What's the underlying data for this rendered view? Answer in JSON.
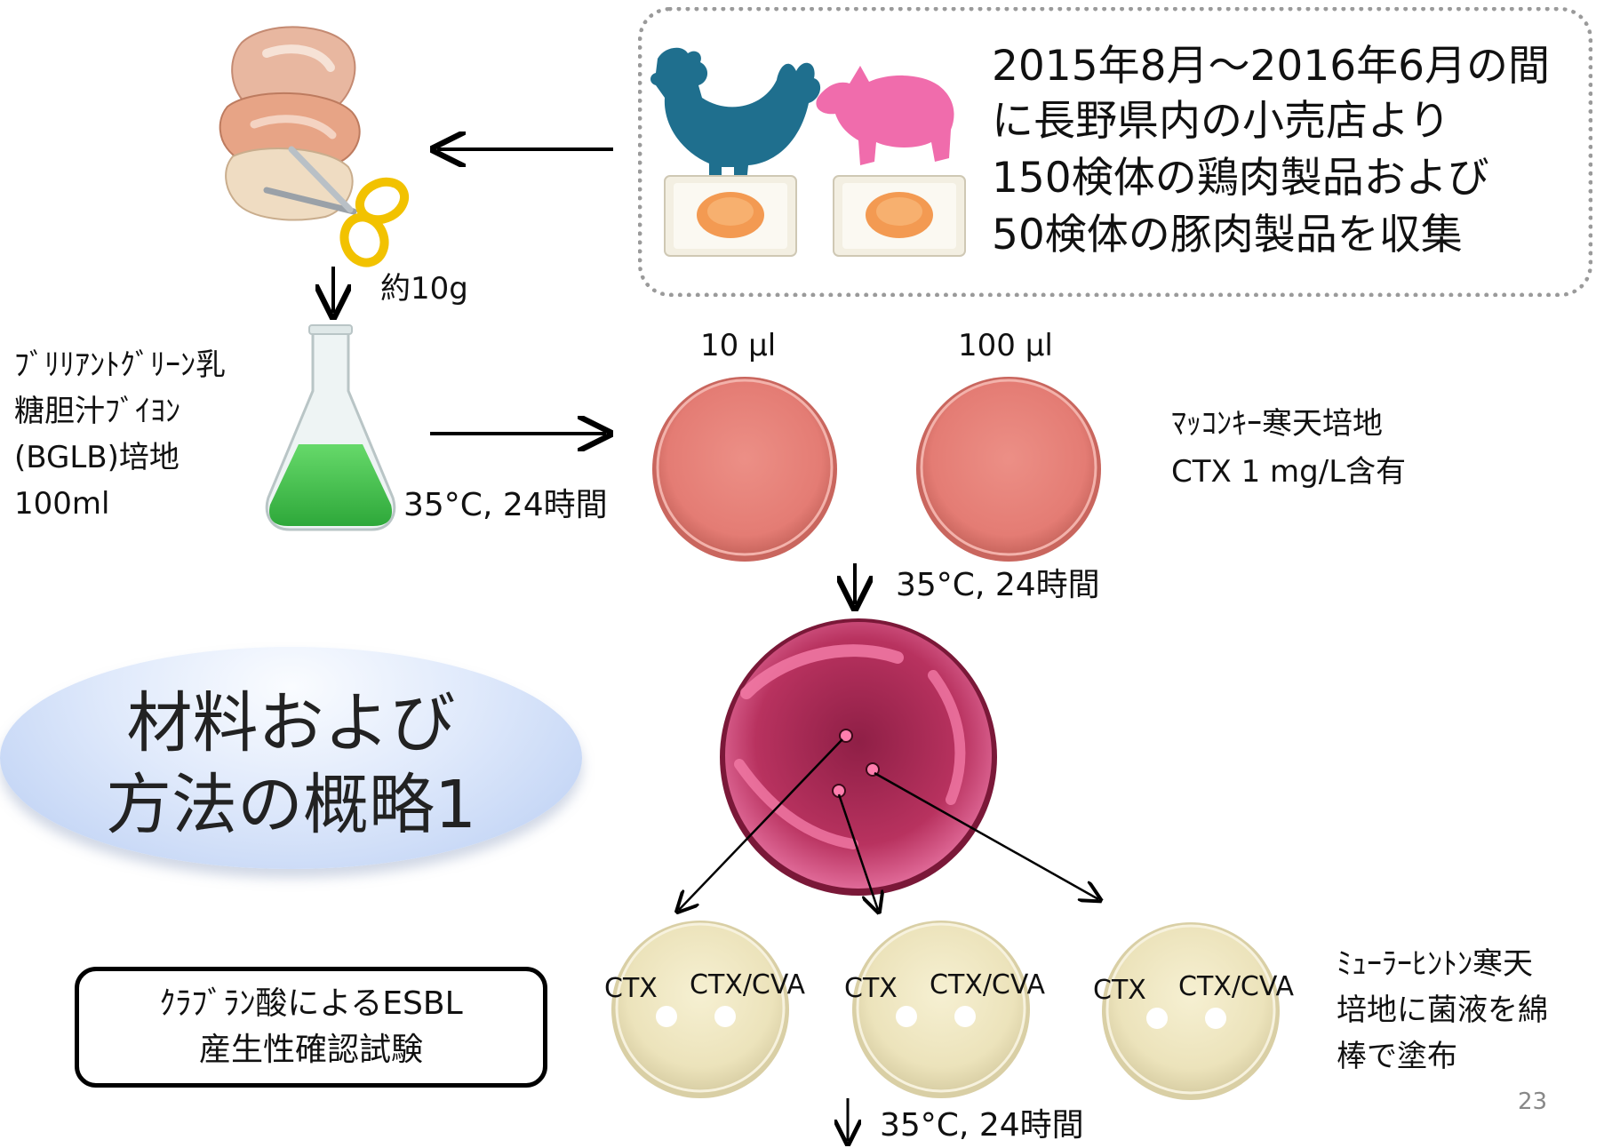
{
  "source_note": {
    "lines": [
      "2015年8月～2016年6月の間",
      "に長野県内の小売店より",
      "150検体の鶏肉製品および",
      "50検体の豚肉製品を収集"
    ]
  },
  "steps": {
    "sample_amount": "約10g",
    "bglb_medium": [
      "ﾌﾞﾘﾘｱﾝﾄｸﾞﾘｰﾝ乳",
      "糖胆汁ﾌﾞｲﾖﾝ",
      "(BGLB)培地",
      "100ml"
    ],
    "incubation_1": "35°C, 24時間",
    "volume_10": "10 µl",
    "volume_100": "100 µl",
    "macconkey": [
      "ﾏｯｺﾝｷｰ寒天培地",
      "CTX 1 mg/L含有"
    ],
    "incubation_2": "35°C, 24時間",
    "incubation_3": "35°C, 24時間"
  },
  "title": [
    "材料および",
    "方法の概略1"
  ],
  "esbl_test": [
    "ｸﾗﾌﾞﾗﾝ酸によるESBL",
    "産生性確認試験"
  ],
  "disk_plates": [
    {
      "left_disk": "CTX",
      "right_disk": "CTX/CVA"
    },
    {
      "left_disk": "CTX",
      "right_disk": "CTX/CVA"
    },
    {
      "left_disk": "CTX",
      "right_disk": "CTX/CVA"
    }
  ],
  "mueller_hinton": [
    "ﾐｭｰﾗｰﾋﾝﾄﾝ寒天",
    "培地に菌液を綿",
    "棒で塗布"
  ],
  "slide_number": "23",
  "colors": {
    "chicken": "#1f6f8e",
    "pig": "#f06cac",
    "broth": "#3fc24a",
    "agar_plate": "#e88880",
    "colony_plate": "#c23c6e",
    "disk_plate": "#efe7c0"
  }
}
